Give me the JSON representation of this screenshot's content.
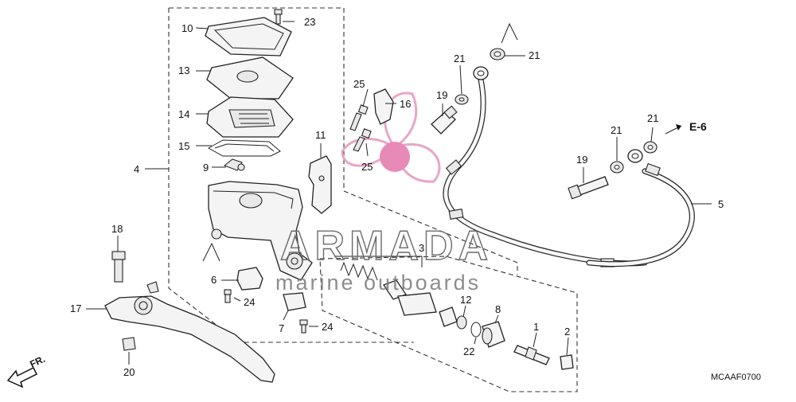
{
  "diagram": {
    "code": "MCAAF0700",
    "ref_label": "E-6",
    "direction_label": "FR.",
    "callouts": [
      "10",
      "23",
      "13",
      "14",
      "15",
      "9",
      "4",
      "11",
      "18",
      "6",
      "24",
      "17",
      "7",
      "24",
      "20",
      "25",
      "16",
      "19",
      "25",
      "21",
      "21",
      "21",
      "19",
      "21",
      "5",
      "3",
      "12",
      "8",
      "1",
      "2",
      "22"
    ]
  },
  "watermark": {
    "brand": "ARMADA",
    "tagline": "marine outboards",
    "colors": {
      "propeller": "#e8a6c8",
      "hub": "#e88ab8",
      "text": "#6b6b6b"
    }
  }
}
